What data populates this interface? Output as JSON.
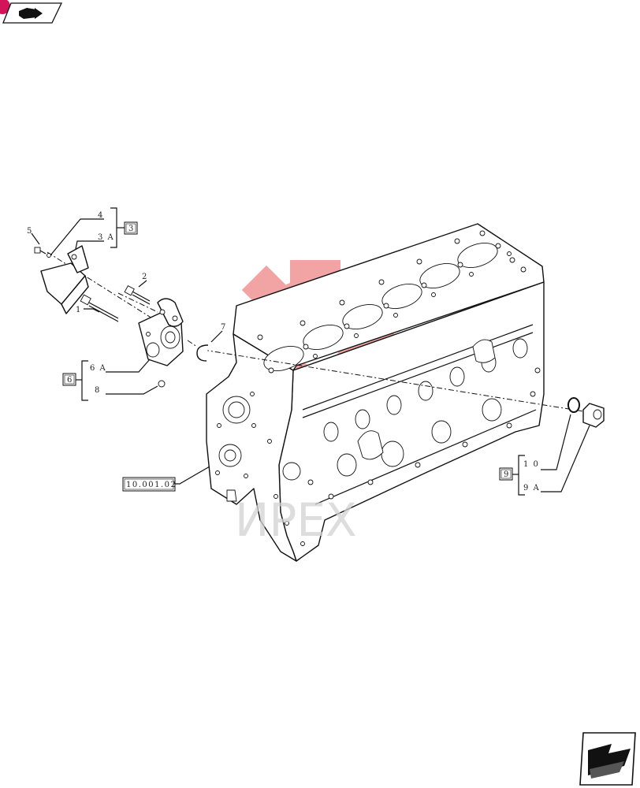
{
  "labels": {
    "l5": "5",
    "l4": "4",
    "l3a": "3 A",
    "l3": "3",
    "l2": "2",
    "l1": "1",
    "l7": "7",
    "l6a": "6 A",
    "l6": "6",
    "l8": "8",
    "l10": "1 0",
    "l9a": "9 A",
    "l9": "9",
    "ref": "10.001.02"
  },
  "watermark": {
    "text": "ИРЕХ"
  },
  "colors": {
    "watermark_red": "#e85a5a",
    "line": "#111111",
    "badge": "#d4145a"
  },
  "icons": {
    "top_left": "book-arrow-icon",
    "bottom_right": "next-page-arrow-icon"
  }
}
